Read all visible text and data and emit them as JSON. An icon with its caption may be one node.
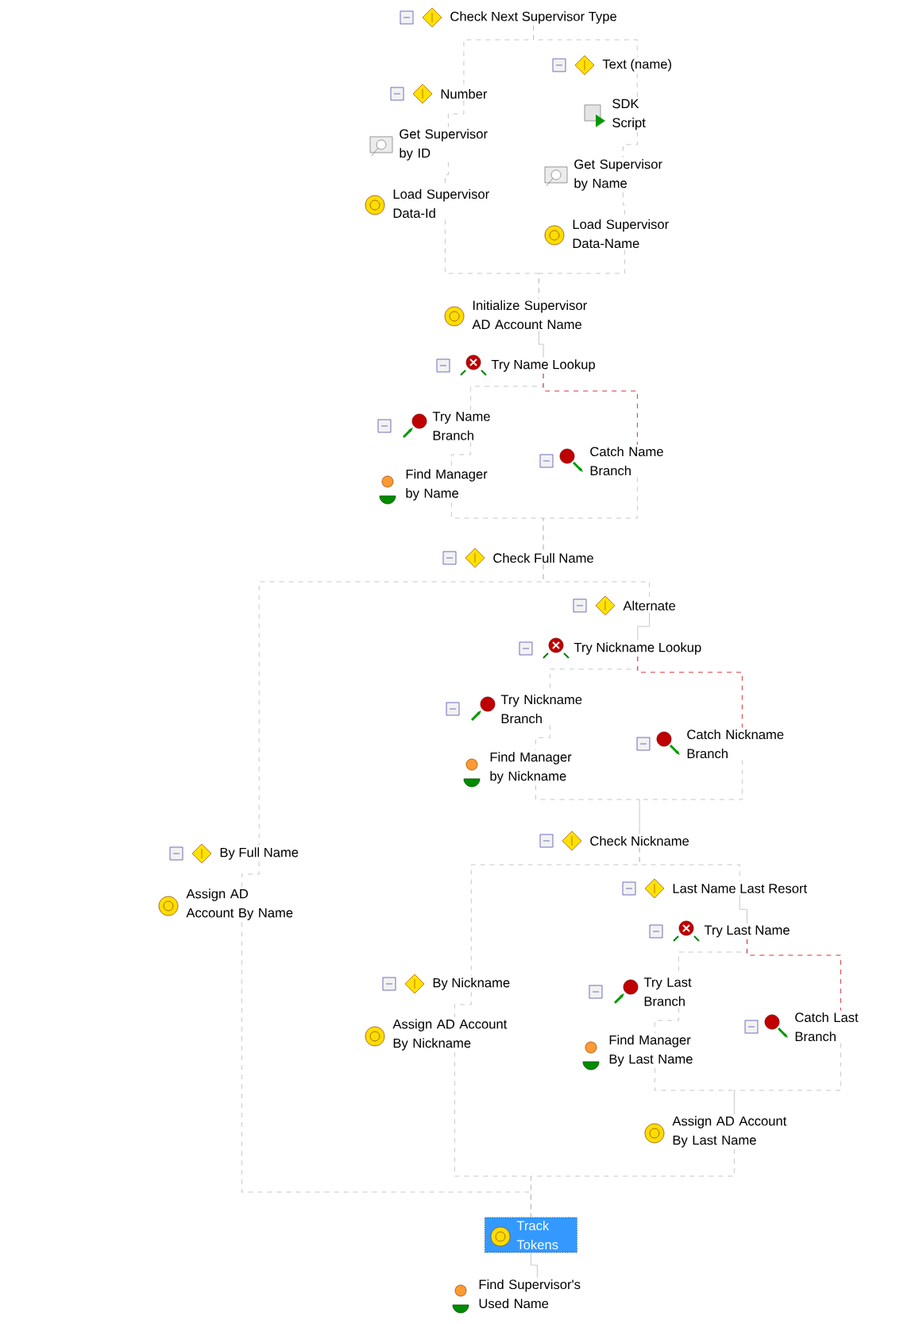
{
  "diagram": {
    "nodes": [
      {
        "text": [
          "Check Next Supervisor Type"
        ]
      },
      {
        "text": [
          "Number"
        ]
      },
      {
        "text": [
          "Text (name)"
        ]
      },
      {
        "text": [
          "Get Supervisor by ID"
        ]
      },
      {
        "text": [
          "SDK Script"
        ]
      },
      {
        "text": [
          "Get Supervisor by Name"
        ]
      },
      {
        "text": [
          "Load Supervisor Data-Id"
        ]
      },
      {
        "text": [
          "Load Supervisor Data-Name"
        ]
      },
      {
        "text": [
          "Initialize Supervisor AD Account Name"
        ]
      },
      {
        "text": [
          "Try Name Lookup"
        ]
      },
      {
        "text": [
          "Try Name Branch"
        ]
      },
      {
        "text": [
          "Find Manager by Name"
        ]
      },
      {
        "text": [
          "Catch Name Branch"
        ]
      },
      {
        "text": [
          "Check Full Name"
        ]
      },
      {
        "text": [
          "By Full Name"
        ]
      },
      {
        "text": [
          "Assign AD Account By Name"
        ]
      },
      {
        "text": [
          "Alternate"
        ]
      },
      {
        "text": [
          "Try Nickname Lookup"
        ]
      },
      {
        "text": [
          "Try Nickname Branch"
        ]
      },
      {
        "text": [
          "Find Manager by Nickname"
        ]
      },
      {
        "text": [
          "Catch Nickname Branch"
        ]
      },
      {
        "text": [
          "Check Nickname"
        ]
      },
      {
        "text": [
          "By Nickname"
        ]
      },
      {
        "text": [
          "Assign AD Account By Nickname"
        ]
      },
      {
        "text": [
          "Last Name Last Resort"
        ]
      },
      {
        "text": [
          "Try Last Name"
        ]
      },
      {
        "text": [
          "Try Last Branch"
        ]
      },
      {
        "text": [
          "Find Manager By Last Name"
        ]
      },
      {
        "text": [
          "Catch Last Branch"
        ]
      },
      {
        "text": [
          "Assign AD Account By Last Name"
        ]
      },
      {
        "text": [
          "Track Tokens"
        ]
      },
      {
        "text": [
          "Find Supervisor's Used Name"
        ]
      }
    ],
    "edges": [
      {
        "from": 0,
        "to": 1,
        "arrow": "none",
        "style": "dashed"
      },
      {
        "from": 0,
        "to": 2,
        "arrow": "none",
        "style": "dashed"
      },
      {
        "from": 1,
        "to": 3,
        "arrow": "none",
        "style": "dashed"
      },
      {
        "from": 3,
        "to": 6,
        "arrow": "none",
        "style": "dashed"
      },
      {
        "from": 2,
        "to": 4,
        "arrow": "none",
        "style": "dashed"
      },
      {
        "from": 4,
        "to": 5,
        "arrow": "none",
        "style": "dashed"
      },
      {
        "from": 5,
        "to": 7,
        "arrow": "none",
        "style": "dashed"
      },
      {
        "from": 6,
        "to": 8,
        "arrow": "none",
        "style": "dashed"
      },
      {
        "from": 7,
        "to": 8,
        "arrow": "none",
        "style": "dashed"
      },
      {
        "from": 8,
        "to": 9,
        "arrow": "none"
      },
      {
        "from": 9,
        "to": 10,
        "arrow": "none",
        "style": "dashed"
      },
      {
        "from": 9,
        "to": 12,
        "arrow": "none",
        "style": "dashed",
        "color": "#cc0000"
      },
      {
        "from": 10,
        "to": 11,
        "arrow": "none",
        "style": "dashed"
      },
      {
        "from": 11,
        "to": 13,
        "arrow": "none",
        "style": "dashed"
      },
      {
        "from": 12,
        "to": 13,
        "arrow": "none",
        "style": "dashed"
      },
      {
        "from": 13,
        "to": 14,
        "arrow": "none",
        "style": "dashed"
      },
      {
        "from": 13,
        "to": 16,
        "arrow": "none",
        "style": "dashed"
      },
      {
        "from": 14,
        "to": 15,
        "arrow": "none",
        "style": "dashed"
      },
      {
        "from": 15,
        "to": 30,
        "arrow": "none",
        "style": "dashed"
      },
      {
        "from": 16,
        "to": 17,
        "arrow": "none"
      },
      {
        "from": 17,
        "to": 18,
        "arrow": "none",
        "style": "dashed"
      },
      {
        "from": 17,
        "to": 20,
        "arrow": "none",
        "style": "dashed",
        "color": "#cc0000"
      },
      {
        "from": 18,
        "to": 19,
        "arrow": "none",
        "style": "dashed"
      },
      {
        "from": 19,
        "to": 21,
        "arrow": "none",
        "style": "dashed"
      },
      {
        "from": 20,
        "to": 21,
        "arrow": "none",
        "style": "dashed"
      },
      {
        "from": 21,
        "to": 22,
        "arrow": "none",
        "style": "dashed"
      },
      {
        "from": 21,
        "to": 24,
        "arrow": "none",
        "style": "dashed"
      },
      {
        "from": 22,
        "to": 23,
        "arrow": "none",
        "style": "dashed"
      },
      {
        "from": 23,
        "to": 30,
        "arrow": "none",
        "style": "dashed"
      },
      {
        "from": 24,
        "to": 25,
        "arrow": "none"
      },
      {
        "from": 25,
        "to": 26,
        "arrow": "none",
        "style": "dashed"
      },
      {
        "from": 25,
        "to": 28,
        "arrow": "none",
        "style": "dashed",
        "color": "#cc0000"
      },
      {
        "from": 26,
        "to": 27,
        "arrow": "none",
        "style": "dashed"
      },
      {
        "from": 27,
        "to": 29,
        "arrow": "none",
        "style": "dashed"
      },
      {
        "from": 28,
        "to": 29,
        "arrow": "none",
        "style": "dashed"
      },
      {
        "from": 29,
        "to": 30,
        "arrow": "none",
        "style": "dashed"
      },
      {
        "from": 30,
        "to": 31,
        "arrow": "none"
      }
    ]
  }
}
